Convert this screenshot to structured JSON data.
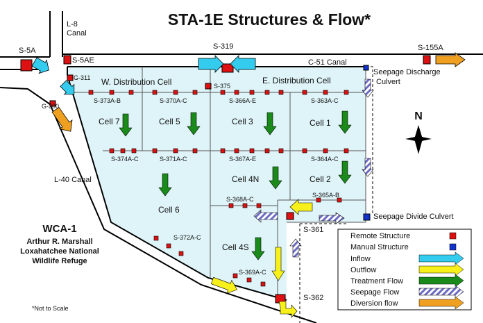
{
  "title": "STA-1E Structures & Flow*",
  "canals": {
    "l8": "L-8",
    "l8b": "Canal",
    "c51": "C-51 Canal",
    "l40": "L-40 Canal"
  },
  "cells": {
    "w_dist": "W. Distribution Cell",
    "e_dist": "E. Distribution Cell",
    "c7": "Cell 7",
    "c5": "Cell 5",
    "c3": "Cell 3",
    "c1": "Cell 1",
    "c4n": "Cell 4N",
    "c2": "Cell 2",
    "c6": "Cell 6",
    "c4s": "Cell 4S"
  },
  "structures": {
    "s5a": "S-5A",
    "s5ae": "S-5AE",
    "s319": "S-319",
    "s155a": "S-155A",
    "g311": "G-311",
    "g300": "G-300",
    "s375": "S-375",
    "s373": "S-373A-B",
    "s370": "S-370A-C",
    "s366": "S-366A-E",
    "s363": "S-363A-C",
    "s374": "S-374A-C",
    "s371": "S-371A-C",
    "s367": "S-367A-E",
    "s364": "S-364A-C",
    "s368": "S-368A-C",
    "s365": "S-365A-B",
    "s372": "S-372A-C",
    "s369": "S-369A-C",
    "s361": "S-361",
    "s362": "S-362",
    "seep_discharge_1": "Seepage Discharge",
    "seep_discharge_2": "Culvert",
    "seep_divide": "Seepage Divide Culvert"
  },
  "wca": {
    "title": "WCA-1",
    "line1": "Arthur R. Marshall",
    "line2": "Loxahatchee National",
    "line3": "Wildlife Refuge"
  },
  "note": "*Not to Scale",
  "compass": "N",
  "legend": {
    "remote": "Remote Structure",
    "manual": "Manual Structure",
    "inflow": "Inflow",
    "outflow": "Outflow",
    "treatment": "Treatment Flow",
    "seepage": "Seepage Flow",
    "diversion": "Diversion flow"
  },
  "colors": {
    "cell_fill": "#dff4f8",
    "remote": "#dd1111",
    "manual": "#1133cc",
    "inflow": "#33ccee",
    "outflow": "#f7f01a",
    "treatment": "#1a8a1a",
    "seepage": "#7070c8",
    "diversion": "#f0a020"
  }
}
